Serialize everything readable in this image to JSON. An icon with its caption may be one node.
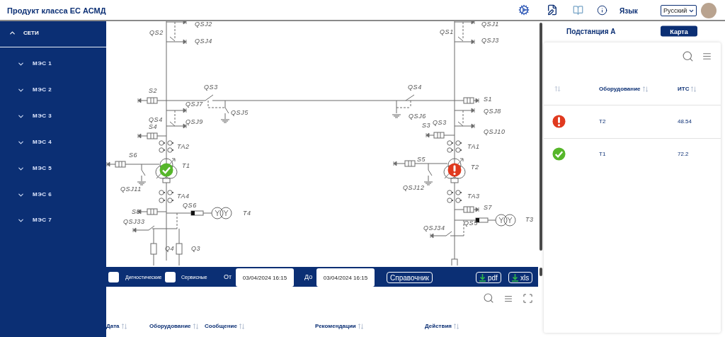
{
  "diagram": {
    "title": "Продукт класса ЕС АСМД",
    "labels": [
      "Язык",
      "Русский",
      "СЕТИ",
      "МЭС 1",
      "МЭС 2",
      "МЭС 3",
      "МЭС 4",
      "МЭС 5",
      "МЭС 6",
      "МЭС 7",
      "QSJ2",
      "QS2",
      "QSJ4",
      "QSJ1",
      "QS1",
      "QSJ3",
      "Подстанция А",
      "Карта",
      "S2",
      "QS3",
      "QS4",
      "S1",
      "QSJ7",
      "QSJ5",
      "QSJ6",
      "QSJ8",
      "QS4",
      "QSJ9",
      "S4",
      "S3",
      "QS3",
      "QSJ10",
      "TA2",
      "TA1",
      "S6",
      "T1",
      "S5",
      "T2",
      "QSJ11",
      "QSJ12",
      "TA4",
      "TA3",
      "S8",
      "QS6",
      "T4",
      "S7",
      "QS5",
      "T3",
      "QSJ33",
      "QSJ34",
      "Q4",
      "Q3",
      "Оборудование",
      "ИТС",
      "T2",
      "48.54",
      "T1",
      "72.2",
      "Дигностические",
      "Сервисные",
      "От",
      "03/04/2024 16:15",
      "До",
      "03/04/2024 16:15",
      "Справочник",
      "pdf",
      "xls",
      "Дата",
      "Оборудование",
      "Сообщение",
      "Рекомендации",
      "Действия"
    ]
  }
}
